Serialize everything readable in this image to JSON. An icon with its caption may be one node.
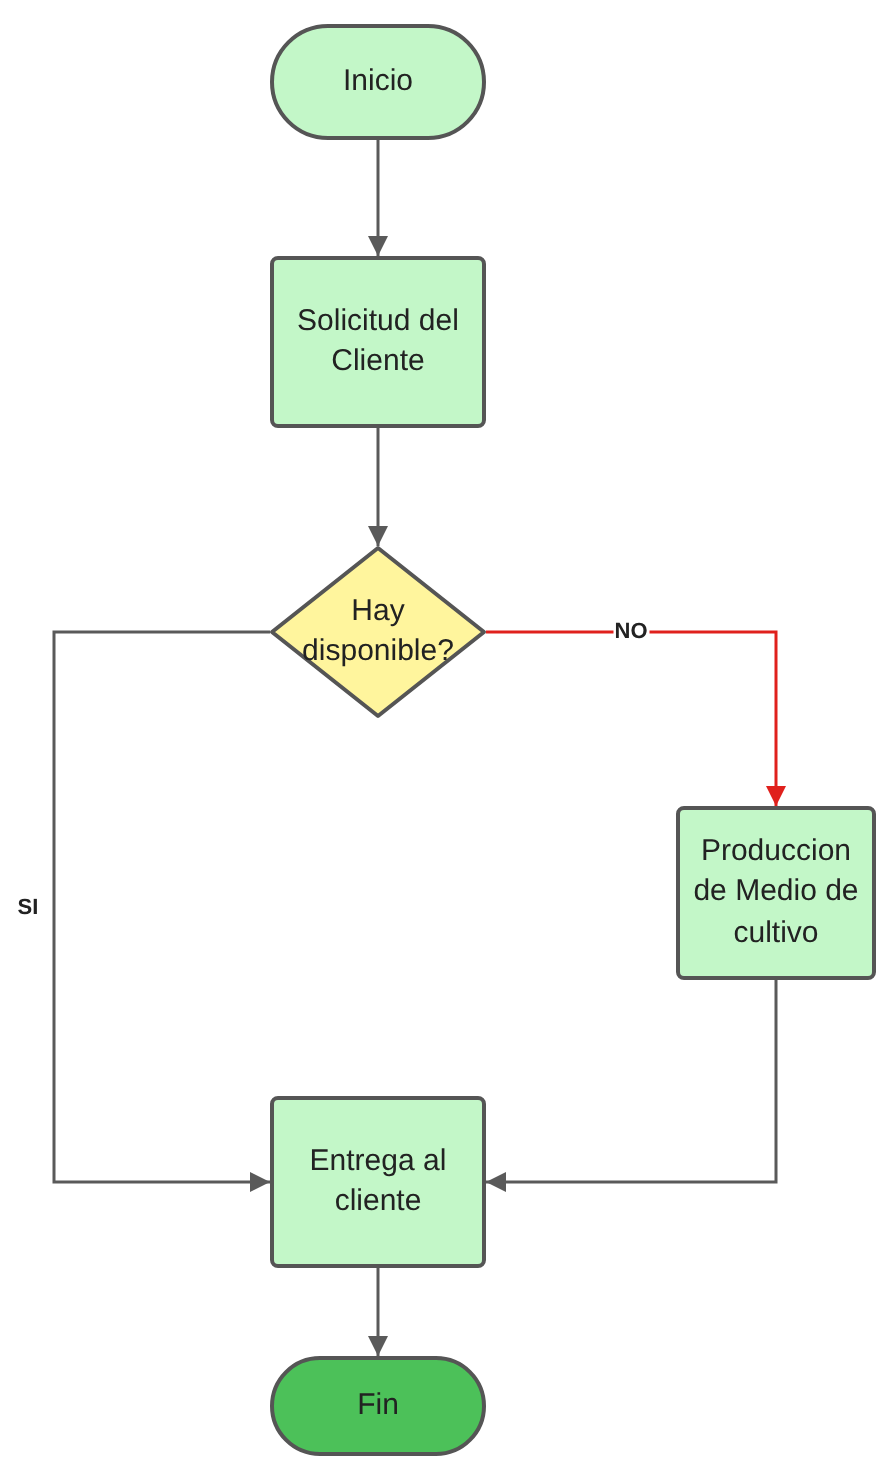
{
  "diagram": {
    "nodes": [
      {
        "text": [
          "Inicio"
        ]
      },
      {
        "text": [
          "Solicitud del Cliente"
        ]
      },
      {
        "text": [
          "Hay disponible?"
        ]
      },
      {
        "text": [
          "Produccion de Medio de cultivo"
        ]
      },
      {
        "text": [
          "Entrega al cliente"
        ]
      },
      {
        "text": [
          "Fin"
        ]
      }
    ],
    "edges": [
      {
        "from": 0,
        "to": 1,
        "arrow": "to"
      },
      {
        "from": 1,
        "to": 2,
        "arrow": "to"
      },
      {
        "from": 2,
        "to": 3,
        "arrow": "to",
        "label": "NO",
        "color": "#e0201c"
      },
      {
        "from": 2,
        "to": 4,
        "arrow": "to",
        "label": "SI"
      },
      {
        "from": 3,
        "to": 4,
        "arrow": "to"
      },
      {
        "from": 4,
        "to": 5,
        "arrow": "to"
      }
    ]
  }
}
